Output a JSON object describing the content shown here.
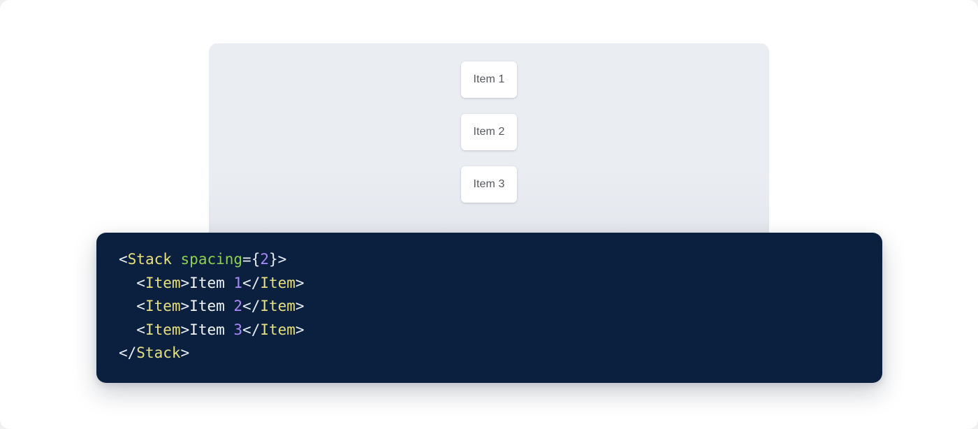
{
  "preview": {
    "panel_background": "#eaedf2",
    "stack": {
      "direction": "vertical",
      "spacing": 2,
      "items": [
        {
          "label": "Item 1"
        },
        {
          "label": "Item 2"
        },
        {
          "label": "Item 3"
        }
      ]
    }
  },
  "code": {
    "language": "jsx",
    "background": "#0b1f3f",
    "colors": {
      "punctuation": "#e8eef5",
      "tag": "#e6e07f",
      "attribute": "#8fd14f",
      "number": "#a78bfa",
      "text": "#f2f6fa"
    },
    "lines": [
      {
        "tokens": [
          {
            "t": "<",
            "k": "punct"
          },
          {
            "t": "Stack",
            "k": "tag"
          },
          {
            "t": " ",
            "k": "punct"
          },
          {
            "t": "spacing",
            "k": "attr"
          },
          {
            "t": "={",
            "k": "punct"
          },
          {
            "t": "2",
            "k": "num"
          },
          {
            "t": "}>",
            "k": "punct"
          }
        ]
      },
      {
        "tokens": [
          {
            "t": "  <",
            "k": "punct"
          },
          {
            "t": "Item",
            "k": "tag"
          },
          {
            "t": ">",
            "k": "punct"
          },
          {
            "t": "Item ",
            "k": "text"
          },
          {
            "t": "1",
            "k": "num"
          },
          {
            "t": "</",
            "k": "punct"
          },
          {
            "t": "Item",
            "k": "tag"
          },
          {
            "t": ">",
            "k": "punct"
          }
        ]
      },
      {
        "tokens": [
          {
            "t": "  <",
            "k": "punct"
          },
          {
            "t": "Item",
            "k": "tag"
          },
          {
            "t": ">",
            "k": "punct"
          },
          {
            "t": "Item ",
            "k": "text"
          },
          {
            "t": "2",
            "k": "num"
          },
          {
            "t": "</",
            "k": "punct"
          },
          {
            "t": "Item",
            "k": "tag"
          },
          {
            "t": ">",
            "k": "punct"
          }
        ]
      },
      {
        "tokens": [
          {
            "t": "  <",
            "k": "punct"
          },
          {
            "t": "Item",
            "k": "tag"
          },
          {
            "t": ">",
            "k": "punct"
          },
          {
            "t": "Item ",
            "k": "text"
          },
          {
            "t": "3",
            "k": "num"
          },
          {
            "t": "</",
            "k": "punct"
          },
          {
            "t": "Item",
            "k": "tag"
          },
          {
            "t": ">",
            "k": "punct"
          }
        ]
      },
      {
        "tokens": [
          {
            "t": "</",
            "k": "punct"
          },
          {
            "t": "Stack",
            "k": "tag"
          },
          {
            "t": ">",
            "k": "punct"
          }
        ]
      }
    ]
  }
}
